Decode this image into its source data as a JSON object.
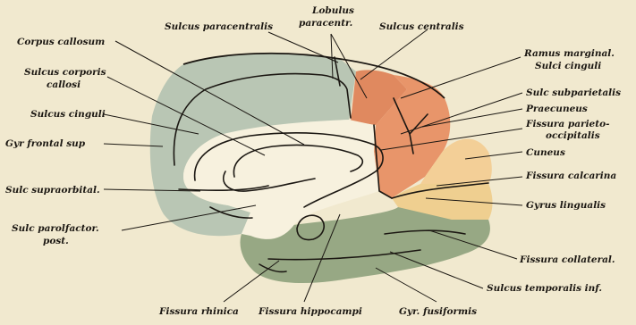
{
  "figure": {
    "regions": [
      {
        "name": "frontal-medial",
        "color": "#b9c6b4"
      },
      {
        "name": "paracentral-lobule",
        "color": "#e0895f"
      },
      {
        "name": "praecuneus",
        "color": "#e8956a"
      },
      {
        "name": "cuneus",
        "color": "#f3cf97"
      },
      {
        "name": "gyrus-lingualis",
        "color": "#efcf90"
      },
      {
        "name": "temporal-fusiform",
        "color": "#97a884"
      },
      {
        "name": "corpus-callosum",
        "color": "#f7f1de"
      }
    ],
    "labels": {
      "sulcus_paracentralis": "Sulcus paracentralis",
      "lobulus_paracentr_1": "Lobulus",
      "lobulus_paracentr_2": "paracentr.",
      "sulcus_centralis": "Sulcus centralis",
      "corpus_callosum": "Corpus callosum",
      "ramus_marginal_1": "Ramus marginal.",
      "ramus_marginal_2": "Sulci cinguli",
      "sulcus_corporis_callosi_1": "Sulcus corporis",
      "sulcus_corporis_callosi_2": "callosi",
      "sulc_subparietalis": "Sulc subparietalis",
      "praecuneus": "Praecuneus",
      "sulcus_cinguli": "Sulcus cinguli",
      "fissura_parieto_occipitalis_1": "Fissura parieto-",
      "fissura_parieto_occipitalis_2": "occipitalis",
      "gyr_frontal_sup": "Gyr frontal sup",
      "cuneus": "Cuneus",
      "fissura_calcarina": "Fissura calcarina",
      "sulc_supraorbital": "Sulc supraorbital.",
      "gyrus_lingualis": "Gyrus lingualis",
      "sulc_parolfactor_post_1": "Sulc parolfactor.",
      "sulc_parolfactor_post_2": "post.",
      "fissura_collateral": "Fissura collateral.",
      "sulcus_temporalis_inf": "Sulcus temporalis inf.",
      "fissura_rhinica": "Fissura rhinica",
      "fissura_hippocampi": "Fissura hippocampi",
      "gyr_fusiformis": "Gyr. fusiformis"
    }
  }
}
